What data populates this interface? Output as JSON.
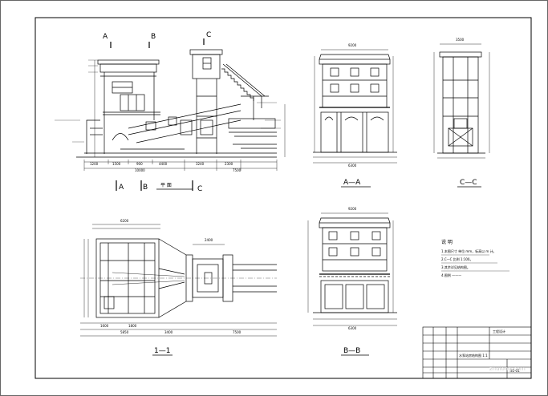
{
  "drawing": {
    "border_color": "#000000",
    "line_color": "#000000",
    "background": "#ffffff"
  },
  "sections": {
    "section_1_1": "1—1",
    "section_a_a": "A—A",
    "section_b_b": "B—B",
    "section_c_c": "C—C",
    "plan_caption": "平 面"
  },
  "section_markers": {
    "a_top": "A",
    "b_top": "B",
    "c_top": "C",
    "a_bottom": "A",
    "b_bottom": "B",
    "c_bottom": "C"
  },
  "dimensions": {
    "elev_width_a": "9200",
    "elev_width_b": "9200",
    "elev_bottom_a": "6300",
    "elev_bottom_b": "6300",
    "cc_width": "3500",
    "main_total": "10000",
    "main_a": "4400",
    "main_b": "3240",
    "main_c": "2300",
    "main_d": "7500",
    "plan_total": "5850",
    "plan_b": "3400",
    "plan_c": "7500",
    "plan_top": "6200",
    "seg_1200": "1200",
    "seg_1500": "1500",
    "seg_900": "900",
    "seg_2400": "2400",
    "seg_1600": "1600",
    "seg_1800": "1800"
  },
  "notes": {
    "heading": "说 明",
    "items": [
      "1.本图尺寸 单位 mm，标高以 m 计。",
      "2.C—C 比例 1:100。",
      "3.其余详见结构图。",
      "4.图例 ———"
    ]
  },
  "title_block": {
    "drawing_name": "水泵站房结构图 1:1",
    "company": "工程设计",
    "drawing_no": "S1-01"
  },
  "watermark": {
    "text": "zhulong.com"
  }
}
